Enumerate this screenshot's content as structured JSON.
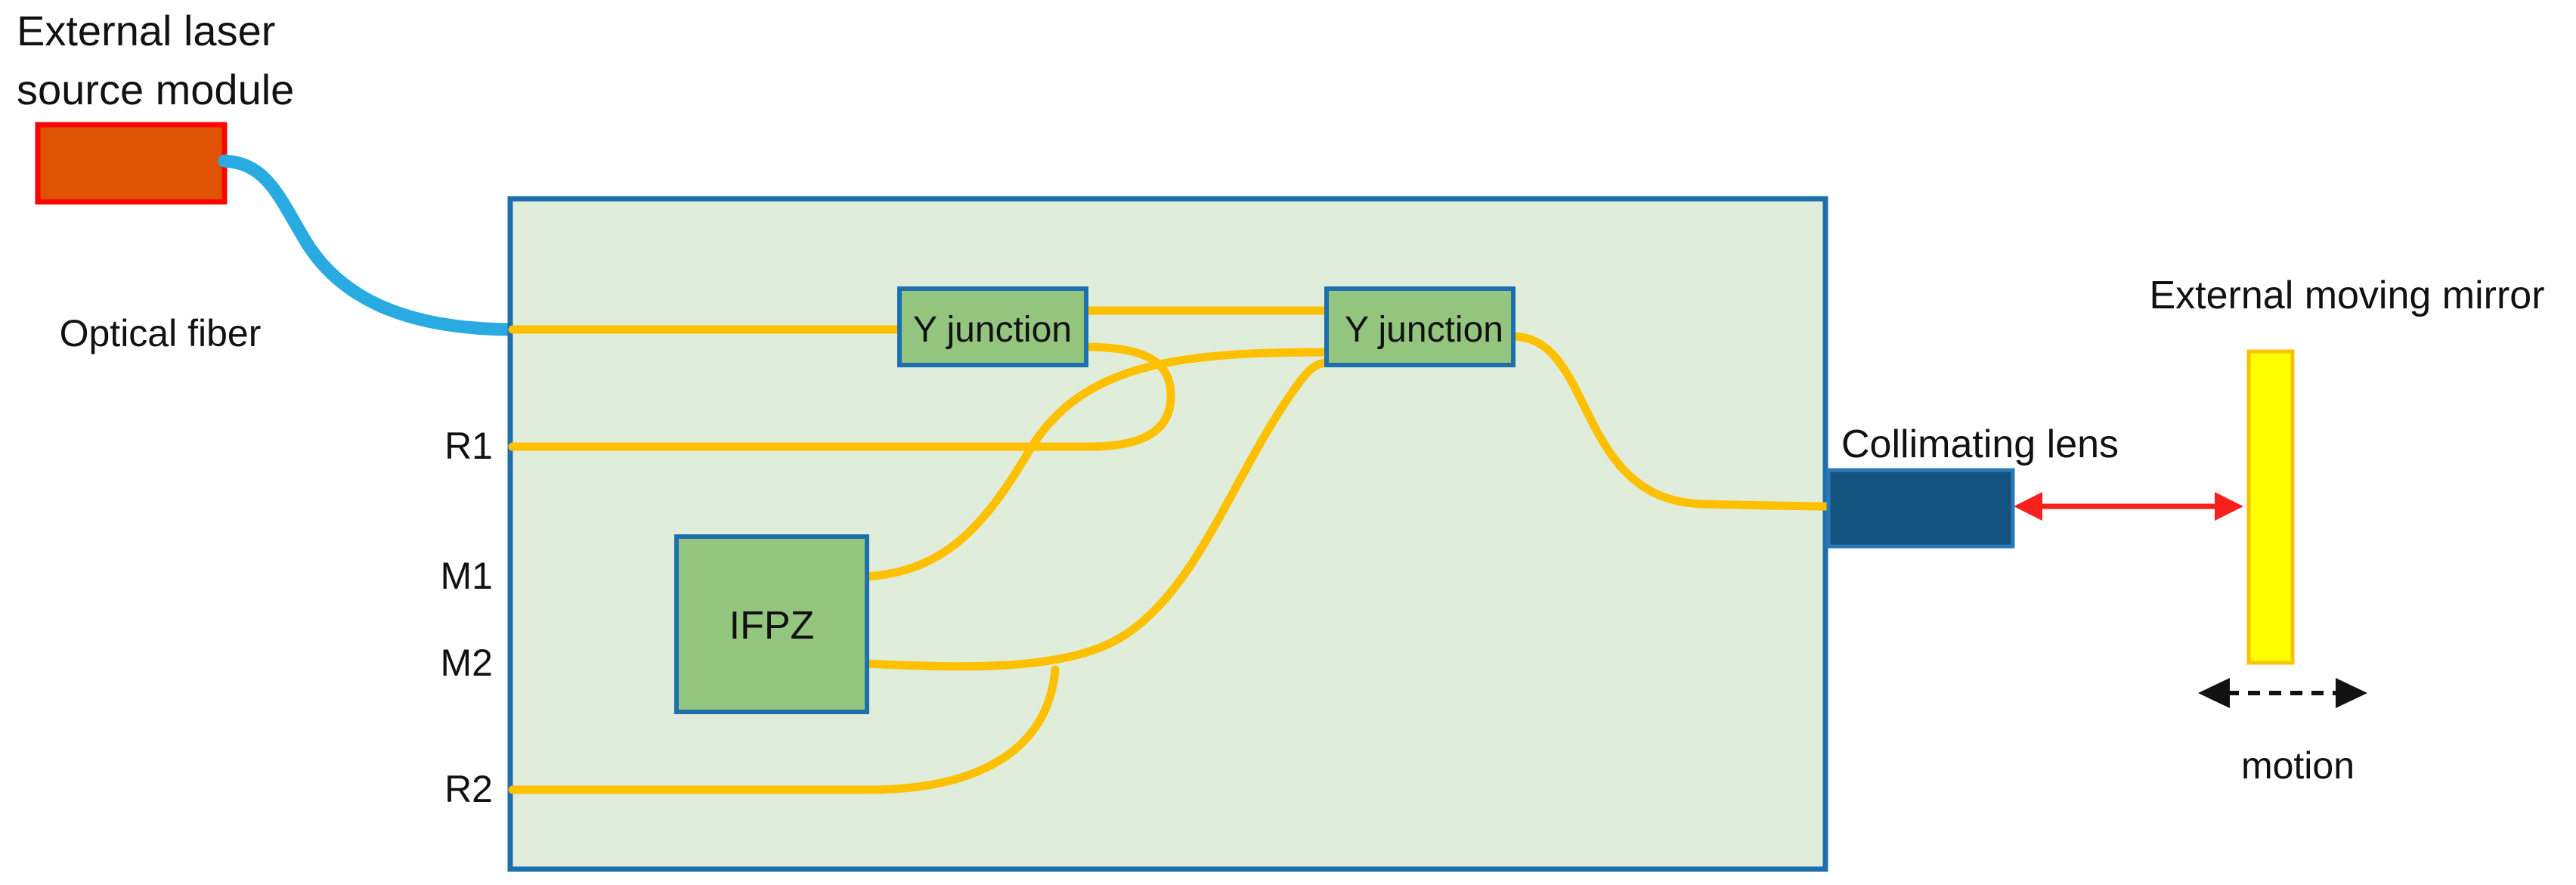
{
  "title": {
    "line1": "External laser",
    "line2": "source module"
  },
  "labels": {
    "optical_fiber": "Optical fiber",
    "collimating_lens": "Collimating lens",
    "external_mirror": "External moving mirror",
    "motion": "motion"
  },
  "chip": {
    "y_junction_1": "Y junction",
    "y_junction_2": "Y junction",
    "ifpz": "IFPZ",
    "ports": [
      {
        "label": "R1"
      },
      {
        "label": "M1"
      },
      {
        "label": "M2"
      },
      {
        "label": "R2"
      }
    ]
  },
  "colors": {
    "wire_yellow": "#FFC000",
    "fiber_blue": "#29ABE2",
    "laser_fill": "#E05304",
    "laser_border": "#FA0500",
    "chip_fill": "#DFEDDA",
    "chip_border": "#1E6FAE",
    "component_green": "#94C57E",
    "lens_fill": "#14537D",
    "mirror_fill": "#FFFF00",
    "mirror_border": "#FFC000",
    "arrow_red": "#F8201C",
    "text": "#111111"
  }
}
